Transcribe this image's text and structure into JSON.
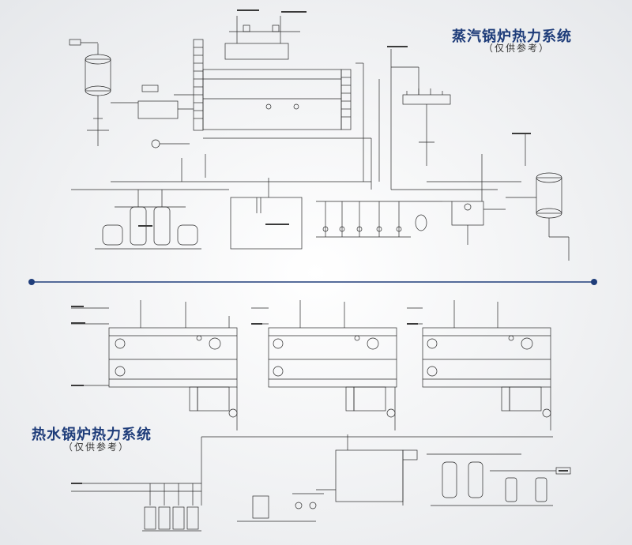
{
  "steam_system": {
    "title": "蒸汽锅炉热力系统",
    "subtitle": "（仅供参考）"
  },
  "hot_water_system": {
    "title": "热水锅炉热力系统",
    "subtitle": "（仅供参考）"
  },
  "colors": {
    "title": "#1f3d7a",
    "line": "#2a2a2a",
    "divider": "#1f3d7a",
    "background": "#f3f4f6"
  }
}
